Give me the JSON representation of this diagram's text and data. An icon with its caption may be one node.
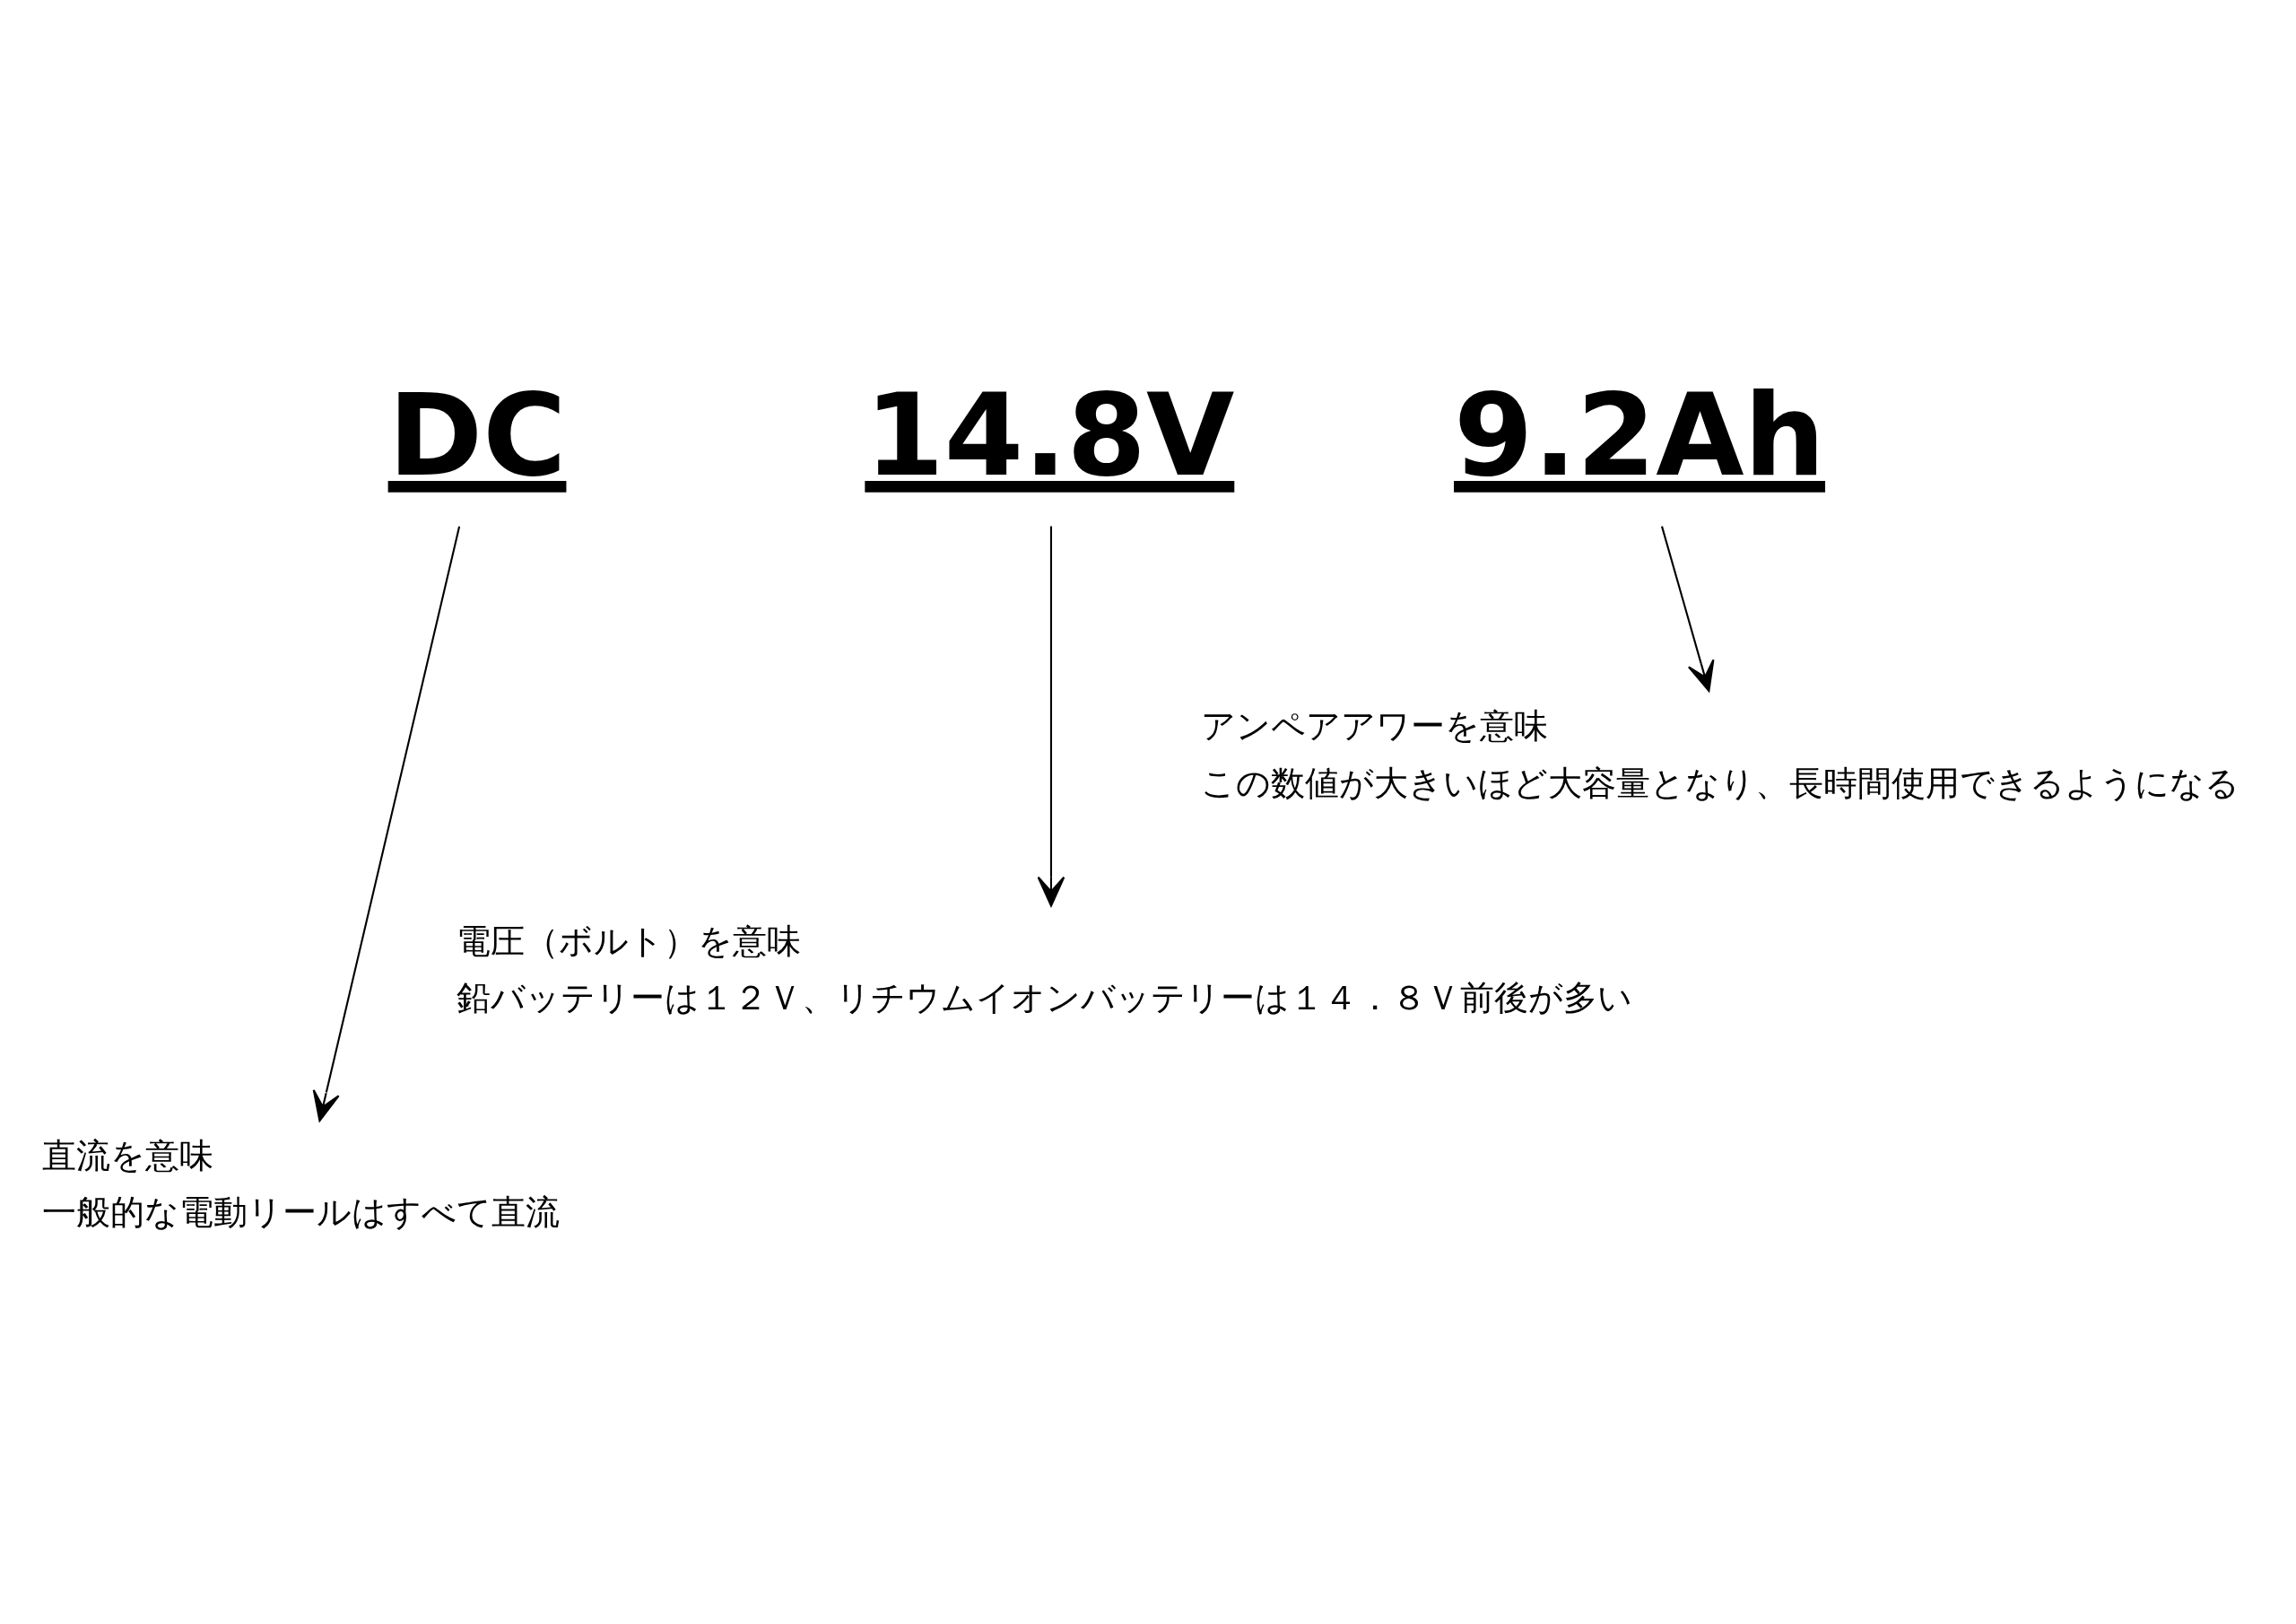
{
  "diagram": {
    "nodes": [
      {
        "text": [
          "DC"
        ]
      },
      {
        "text": [
          "14.8V"
        ]
      },
      {
        "text": [
          "9.2Ah"
        ]
      },
      {
        "text": [
          "アンペアアワーを意味",
          "この数値が大きいほど大容量となり、長時間使用できるようになる"
        ]
      },
      {
        "text": [
          "電圧（ボルト）を意味",
          "鉛バッテリーは１２Ｖ、リチウムイオンバッテリーは１４．８Ｖ前後が多い"
        ]
      },
      {
        "text": [
          "直流を意味",
          "一般的な電動リールはすべて直流"
        ]
      }
    ],
    "edges": [
      {
        "from": 0,
        "to": 5,
        "arrow": "to"
      },
      {
        "from": 1,
        "to": 4,
        "arrow": "to"
      },
      {
        "from": 2,
        "to": 3,
        "arrow": "to"
      }
    ]
  }
}
